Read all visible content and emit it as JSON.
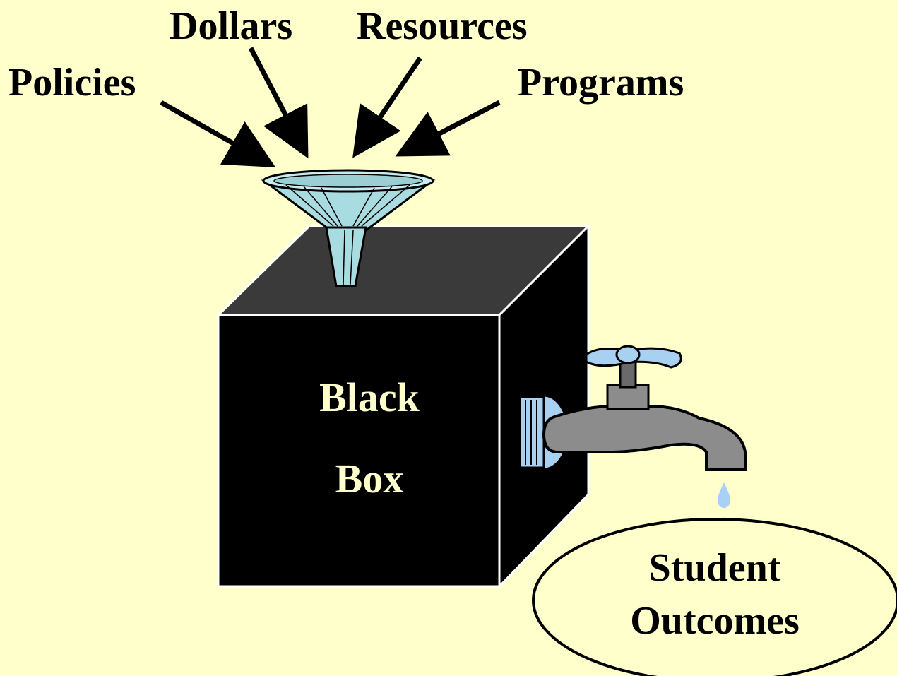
{
  "colors": {
    "background": "#ffffcc",
    "box_front": "#000000",
    "box_top": "#3a3a3a",
    "box_text": "#ffffcc",
    "funnel": "#a8dce0",
    "faucet_body": "#8c8c8c",
    "faucet_handle": "#a8d0f0",
    "water_drop": "#a8d0f8"
  },
  "inputs": {
    "policies": "Policies",
    "dollars": "Dollars",
    "resources": "Resources",
    "programs": "Programs"
  },
  "box": {
    "line1": "Black",
    "line2": "Box"
  },
  "output": {
    "line1": "Student",
    "line2": "Outcomes"
  },
  "icons": [
    "funnel-icon",
    "faucet-icon",
    "water-drop-icon"
  ]
}
